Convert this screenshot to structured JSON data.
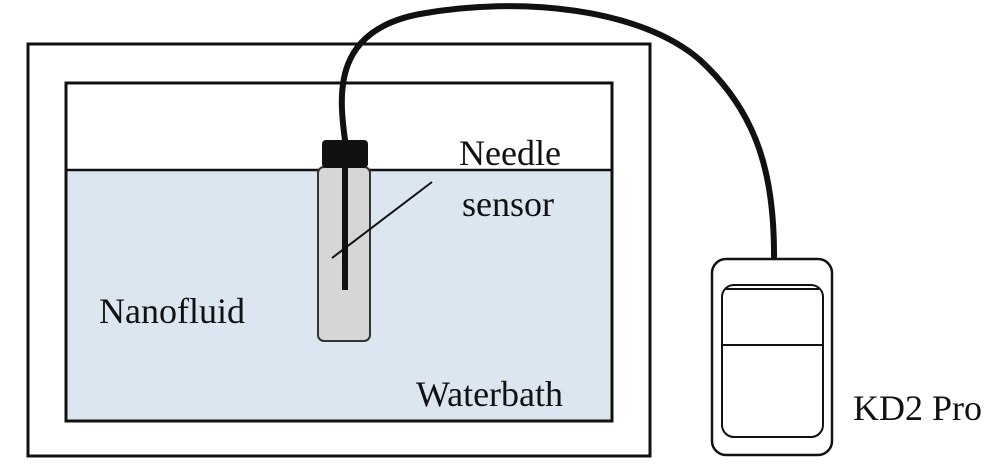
{
  "labels": {
    "needle": "Needle",
    "sensor": "sensor",
    "nanofluid": "Nanofluid",
    "waterbath": "Waterbath",
    "device": "KD2 Pro"
  },
  "colors": {
    "water": "#dbe6f1",
    "vial": "#d6d6d6",
    "cap": "#111111",
    "line": "#111111",
    "background": "#ffffff"
  }
}
